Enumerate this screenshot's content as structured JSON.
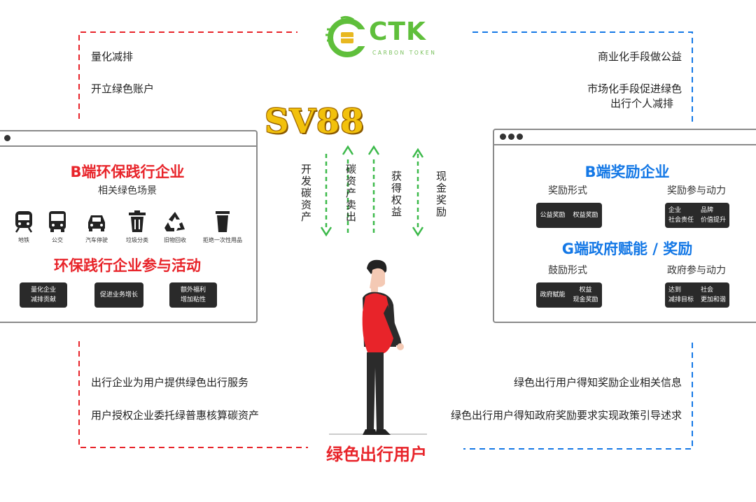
{
  "logo": {
    "name": "CTK",
    "subtitle": "CARBON TOKEN"
  },
  "watermark": "SV88",
  "left_top": [
    "量化减排",
    "开立绿色账户"
  ],
  "right_top": [
    "商业化手段做公益",
    "市场化手段促进绿色",
    "出行个人减排"
  ],
  "left_window": {
    "title": "B端环保践行企业",
    "subtitle": "相关绿色场景",
    "scenes": [
      {
        "icon": "subway-icon",
        "label": "地铁"
      },
      {
        "icon": "bus-icon",
        "label": "公交"
      },
      {
        "icon": "car-icon",
        "label": "汽车停驶"
      },
      {
        "icon": "trash-bin-icon",
        "label": "垃圾分类"
      },
      {
        "icon": "recycle-icon",
        "label": "旧物回收"
      },
      {
        "icon": "cup-icon",
        "label": "拒绝一次性用品"
      }
    ],
    "activities_title": "环保践行企业参与活动",
    "activities": [
      {
        "line1": "量化企业",
        "line2": "减排贡献"
      },
      {
        "line1": "促进业务增长",
        "line2": ""
      },
      {
        "line1": "额外福利",
        "line2": "增加粘性"
      }
    ]
  },
  "right_window": {
    "title": "B端奖励企业",
    "col1_label": "奖励形式",
    "col2_label": "奖励参与动力",
    "col1_chip": {
      "a": "公益奖励",
      "b": "权益奖励"
    },
    "col2_chip": {
      "a": "企业",
      "b": "品牌",
      "c": "社会责任",
      "d": "价值提升"
    },
    "title2": "G端政府赋能 / 奖励",
    "col3_label": "鼓励形式",
    "col4_label": "政府参与动力",
    "col3_chip": {
      "a": "政府赋能",
      "b": "权益",
      "c": "现金奖励"
    },
    "col4_chip": {
      "a": "达到",
      "b": "社会",
      "c": "减排目标",
      "d": "更加和谐"
    }
  },
  "center_arrows": [
    {
      "text": "开发碳资产",
      "direction": "down"
    },
    {
      "text": "碳资产卖出",
      "direction": "up"
    },
    {
      "text": "获得权益",
      "direction": "up"
    },
    {
      "text": "现金奖励",
      "direction": "down"
    }
  ],
  "left_bottom": [
    "出行企业为用户提供绿色出行服务",
    "用户授权企业委托绿普惠核算碳资产"
  ],
  "right_bottom": [
    "绿色出行用户得知奖励企业相关信息",
    "绿色出行用户得知政府奖励要求实现政策引导述求"
  ],
  "bottom_title": "绿色出行用户",
  "colors": {
    "red": "#e8242a",
    "blue": "#1478e6",
    "green": "#3cb94a",
    "logo_green": "#5fbf3b",
    "watermark": "#f2c10c"
  }
}
